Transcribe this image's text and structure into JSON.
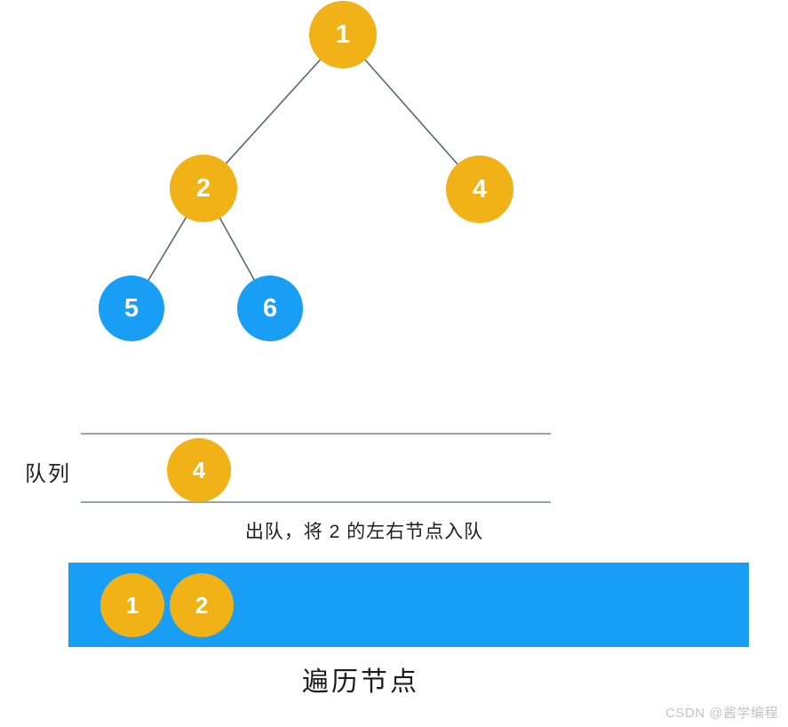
{
  "colors": {
    "node_orange": "#F0B217",
    "node_blue": "#189FF5",
    "traversal_bar_blue": "#189FF5",
    "tree_edge_gray": "#5d6767",
    "queue_line_gray": "#9aa3a3",
    "text_dark": "#1f1f1f",
    "watermark_gray": "#c4c4c4",
    "node_text_white": "#ffffff"
  },
  "tree": {
    "nodes": [
      {
        "value": "1",
        "color": "orange",
        "role": "root"
      },
      {
        "value": "2",
        "color": "orange",
        "role": "left-child-of-1"
      },
      {
        "value": "4",
        "color": "orange",
        "role": "right-child-of-1"
      },
      {
        "value": "5",
        "color": "blue",
        "role": "left-child-of-2"
      },
      {
        "value": "6",
        "color": "blue",
        "role": "right-child-of-2"
      }
    ],
    "edges": [
      {
        "from": "1",
        "to": "2"
      },
      {
        "from": "1",
        "to": "4"
      },
      {
        "from": "2",
        "to": "5"
      },
      {
        "from": "2",
        "to": "6"
      }
    ]
  },
  "queue": {
    "label": "队列",
    "items": [
      {
        "value": "4"
      }
    ]
  },
  "caption_dequeue": "出队，将 2 的左右节点入队",
  "traversal": {
    "items": [
      {
        "value": "1"
      },
      {
        "value": "2"
      }
    ],
    "caption": "遍历节点"
  },
  "watermark": "CSDN @酱学编程"
}
